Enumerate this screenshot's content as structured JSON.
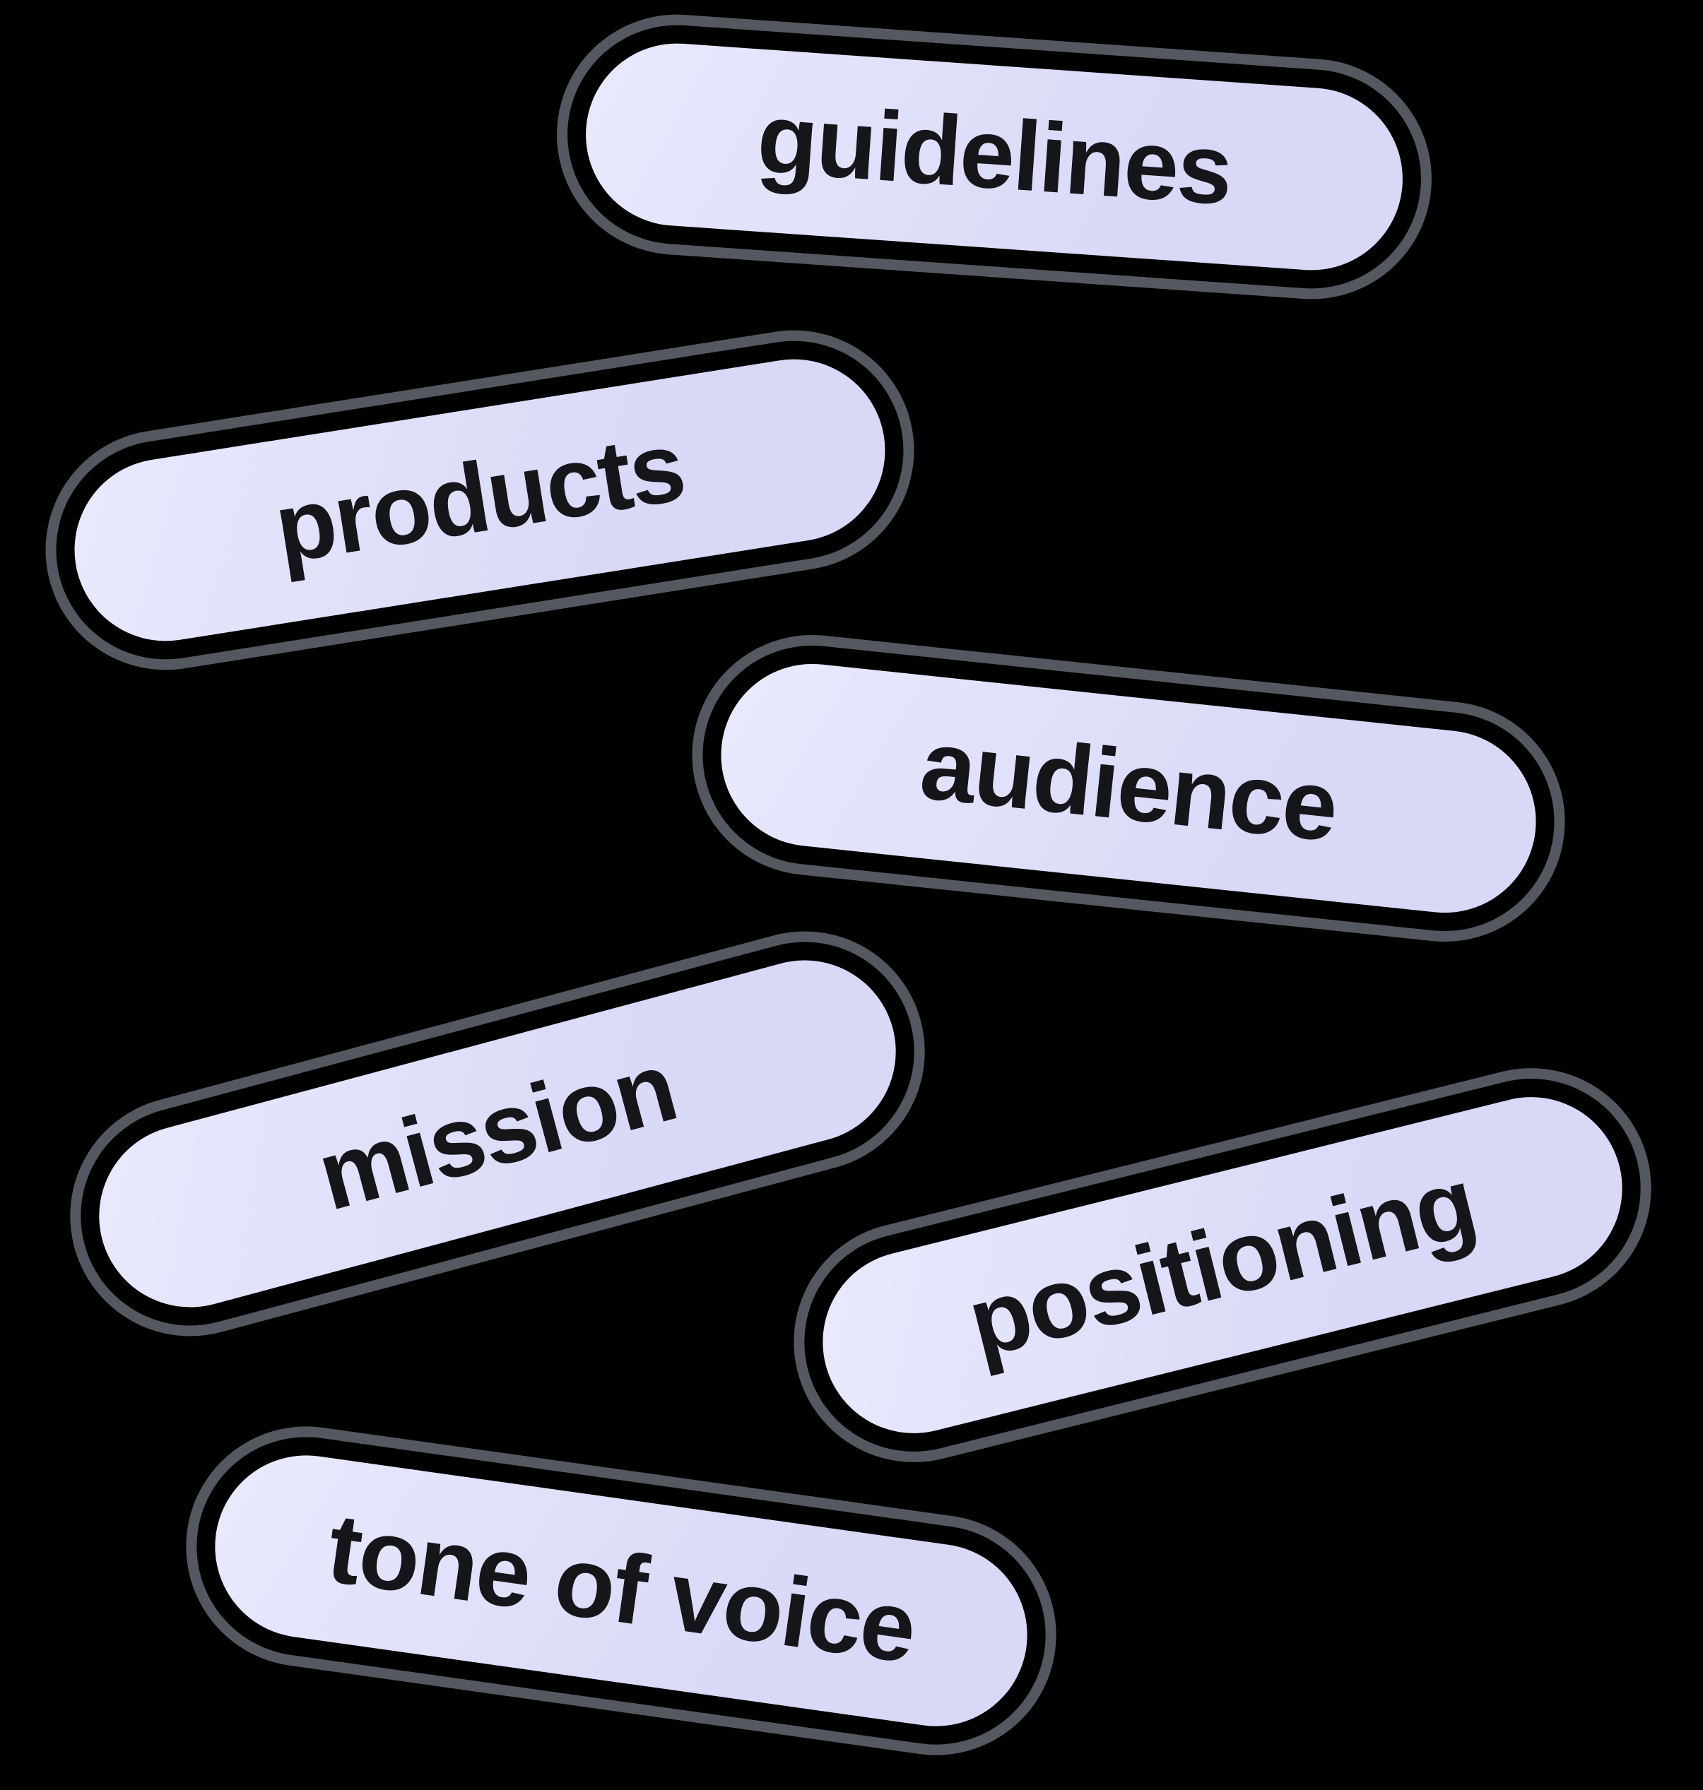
{
  "canvas": {
    "background_color": "#000000"
  },
  "style": {
    "outline_color": "#545860",
    "fill_color": "#d7d9f7",
    "fill_light_color": "#e9eafc",
    "text_color": "#15151a"
  },
  "tags": [
    {
      "label": "guidelines"
    },
    {
      "label": "products"
    },
    {
      "label": "audience"
    },
    {
      "label": "mission"
    },
    {
      "label": "positioning"
    },
    {
      "label": "tone of voice"
    }
  ]
}
